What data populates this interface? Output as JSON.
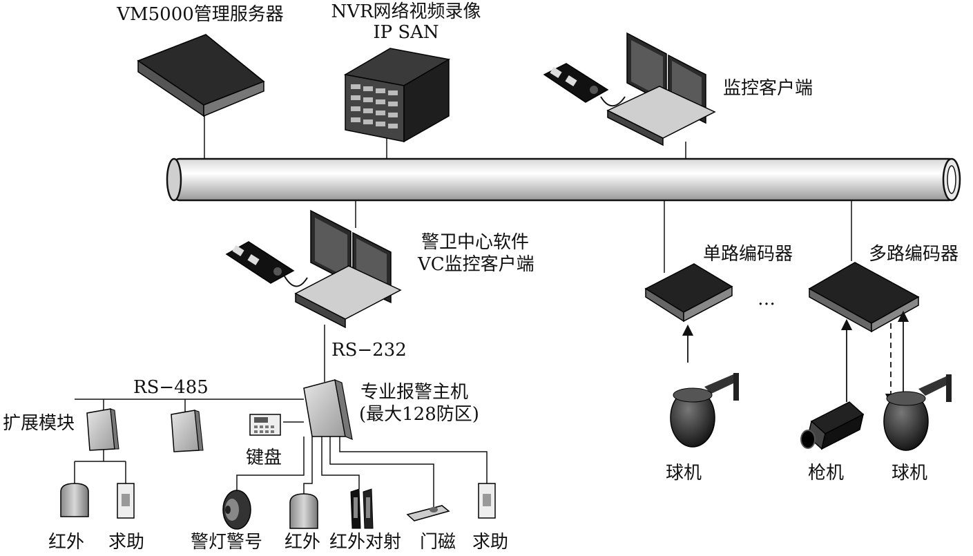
{
  "devices": {
    "vm5000": "VM5000管理服务器",
    "nvr_line1": "NVR网络视频录像",
    "nvr_line2": "IP SAN",
    "monitor_client": "监控客户端",
    "guard_line1": "警卫中心软件",
    "guard_line2": "VC监控客户端",
    "single_encoder": "单路编码器",
    "multi_encoder": "多路编码器",
    "ellipsis": "…",
    "rs232": "RS−232",
    "rs485": "RS−485",
    "alarm_host_line1": "专业报警主机",
    "alarm_host_line2": "(最大128防区)",
    "expansion_module": "扩展模块",
    "keypad": "键盘"
  },
  "sensors": {
    "infrared_left": "红外",
    "help_left": "求助",
    "siren": "警灯警号",
    "infrared_mid": "红外",
    "infrared_beam": "红外对射",
    "door_magnet": "门磁",
    "help_right": "求助"
  },
  "cameras": {
    "dome1": "球机",
    "bullet": "枪机",
    "dome2": "球机"
  }
}
